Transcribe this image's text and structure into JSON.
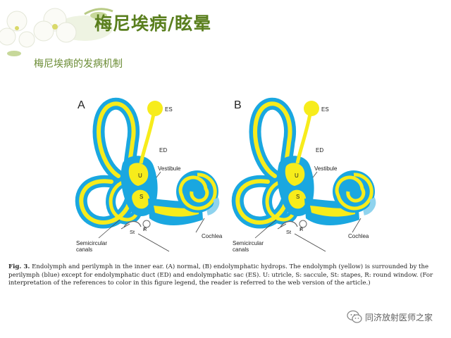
{
  "slide": {
    "title": "梅尼埃病/眩晕",
    "subtitle": "梅尼埃病的发病机制"
  },
  "figure": {
    "panel_a": {
      "letter": "A",
      "labels": {
        "es": "ES",
        "ed": "ED",
        "u": "U",
        "s": "S",
        "vestibule": "Vestibule",
        "st": "St",
        "r": "R",
        "cochlea": "Cochlea",
        "semicircular_1": "Semicircular",
        "semicircular_2": "canals"
      }
    },
    "panel_b": {
      "letter": "B",
      "labels": {
        "es": "ES",
        "ed": "ED",
        "u": "U",
        "s": "S",
        "vestibule": "Vestibule",
        "st": "St",
        "r": "R",
        "cochlea": "Cochlea",
        "semicircular_1": "Semicircular",
        "semicircular_2": "canals"
      }
    },
    "colors": {
      "endolymph": "#f7ec1b",
      "perilymph": "#1aa7e0"
    }
  },
  "caption": {
    "fig_label": "Fig. 3.",
    "text": " Endolymph and perilymph in the inner ear. (A) normal, (B) endolymphatic hydrops. The endolymph (yellow) is surrounded by the perilymph (blue) except for endolymphatic duct (ED) and endolymphatic sac (ES). U: utricle, S: saccule, St: stapes, R: round window. (For interpretation of the references to color in this figure legend, the reader is referred to the web version of the article.)"
  },
  "watermark": {
    "text": "同济放射医师之家"
  }
}
